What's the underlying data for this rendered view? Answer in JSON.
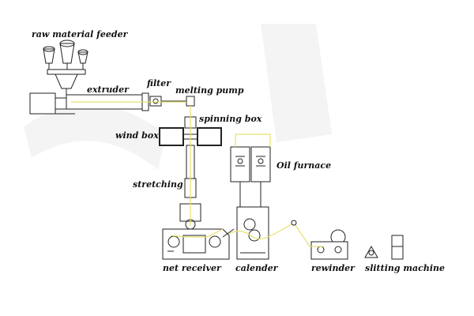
{
  "diagram": {
    "labels": {
      "raw_material_feeder": "raw material feeder",
      "extruder": "extruder",
      "filter": "filter",
      "melting_pump": "melting pump",
      "spinning_box": "spinning box",
      "wind_box": "wind box",
      "oil_furnace": "Oil furnace",
      "stretching": "stretching",
      "net_receiver": "net receiver",
      "calender": "calender",
      "rewinder": "rewinder",
      "slitting_machine": "slitting machine"
    },
    "colors": {
      "line": "#222222",
      "flow": "#e8e070",
      "background": "#ffffff"
    }
  }
}
